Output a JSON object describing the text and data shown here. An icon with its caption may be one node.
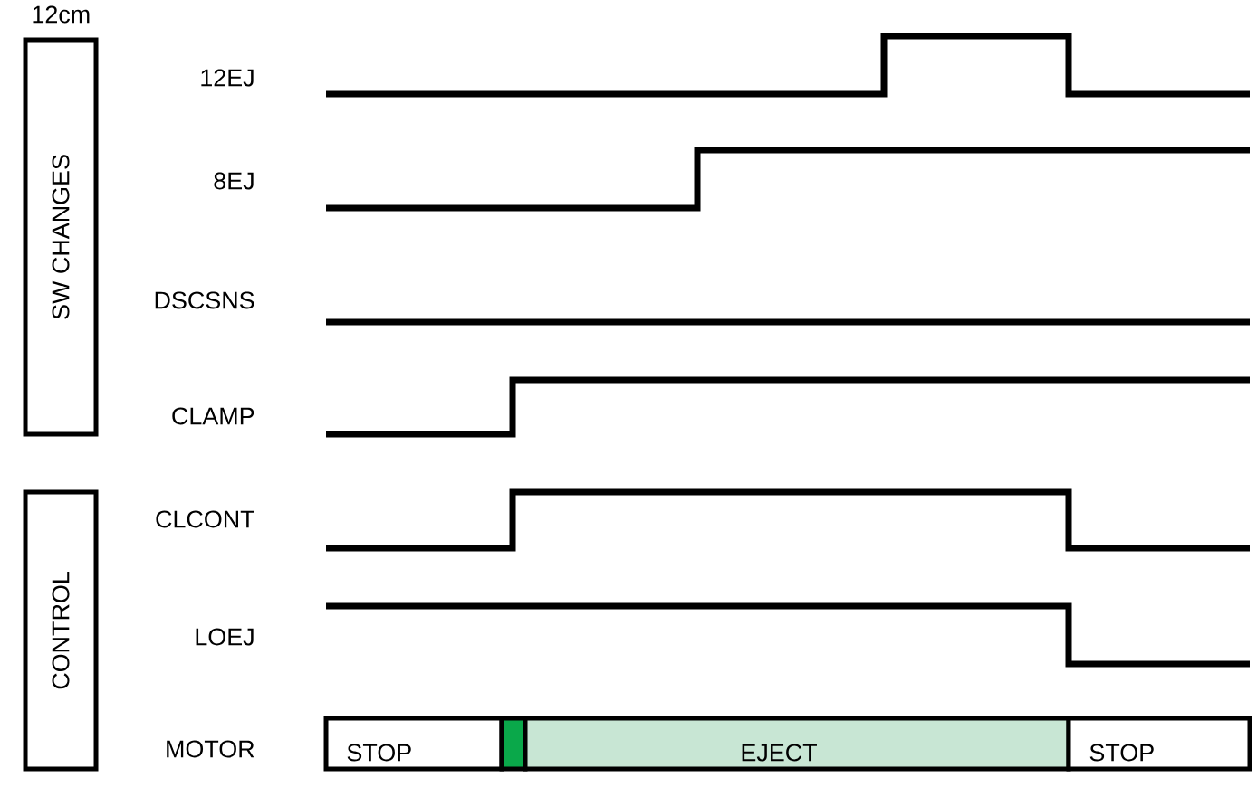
{
  "diagram": {
    "nodes": [
      {
        "text": [
          "SW CHANGES"
        ]
      },
      {
        "text": [
          "CONTROL"
        ]
      },
      {
        "text": [
          "STOP"
        ]
      },
      {
        "text": [],
        "shape": "bar"
      },
      {
        "text": [
          "EJECT"
        ]
      },
      {
        "text": [
          "STOP"
        ]
      }
    ],
    "labels": [
      "12cm",
      "12EJ",
      "8EJ",
      "DSCSNS",
      "CLAMP",
      "CLCONT",
      "LOEJ",
      "MOTOR"
    ]
  }
}
